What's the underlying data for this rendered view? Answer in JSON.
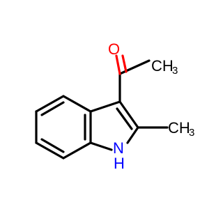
{
  "molecule": {
    "atoms": {
      "oxygen": {
        "symbol": "O",
        "color": "#ff0000"
      },
      "acetyl_methyl": {
        "symbol": "CH",
        "subscript": "3",
        "color": "#000000"
      },
      "ring_methyl": {
        "symbol": "CH",
        "subscript": "3",
        "color": "#000000"
      },
      "nh_n": {
        "symbol": "N",
        "color": "#0000ff"
      },
      "nh_h": {
        "symbol": "H",
        "color": "#0000ff"
      }
    }
  }
}
